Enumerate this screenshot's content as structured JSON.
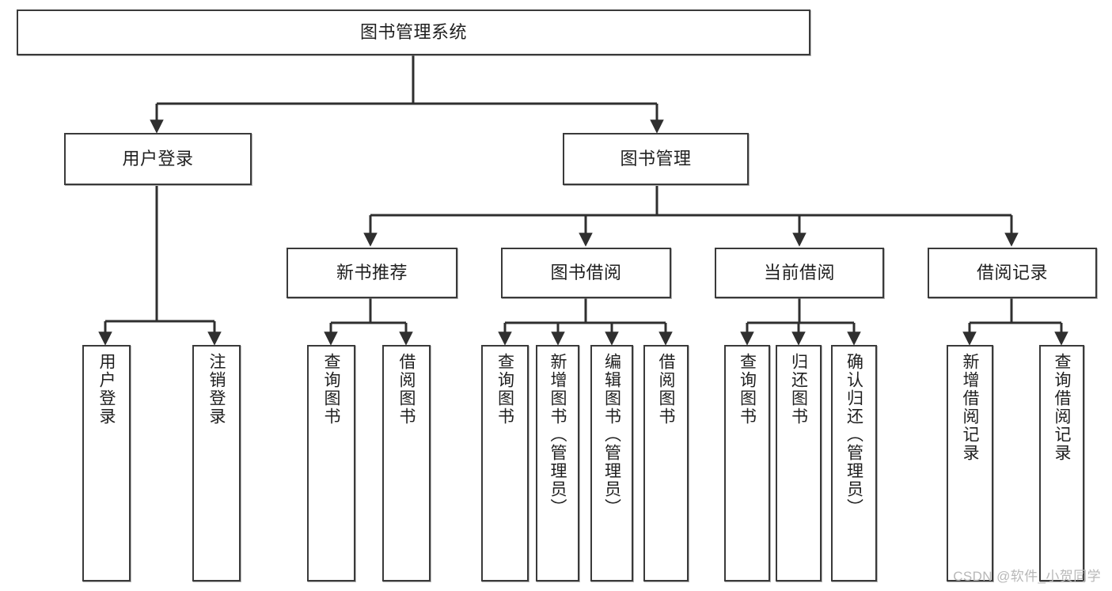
{
  "diagram": {
    "title": "图书管理系统",
    "type": "tree",
    "root": {
      "label": "图书管理系统"
    },
    "level2": [
      {
        "label": "用户登录"
      },
      {
        "label": "图书管理"
      }
    ],
    "level3": [
      {
        "label": "新书推荐"
      },
      {
        "label": "图书借阅"
      },
      {
        "label": "当前借阅"
      },
      {
        "label": "借阅记录"
      }
    ],
    "leaves": {
      "user_login": [
        {
          "label": "用户登录"
        },
        {
          "label": "注销登录"
        }
      ],
      "new_book_recommend": [
        {
          "label": "查询图书"
        },
        {
          "label": "借阅图书"
        }
      ],
      "book_borrow": [
        {
          "label": "查询图书"
        },
        {
          "label": "新增图书（管理员）"
        },
        {
          "label": "编辑图书（管理员）"
        },
        {
          "label": "借阅图书"
        }
      ],
      "current_borrow": [
        {
          "label": "查询图书"
        },
        {
          "label": "归还图书"
        },
        {
          "label": "确认归还（管理员）"
        }
      ],
      "borrow_record": [
        {
          "label": "新增借阅记录"
        },
        {
          "label": "查询借阅记录"
        }
      ]
    }
  },
  "watermark": {
    "text": "CSDN @软件_小贺同学"
  },
  "colors": {
    "border": "#3a3a3a",
    "text": "#1f1f1f",
    "background": "#ffffff",
    "watermark": "#b8b8b8"
  }
}
